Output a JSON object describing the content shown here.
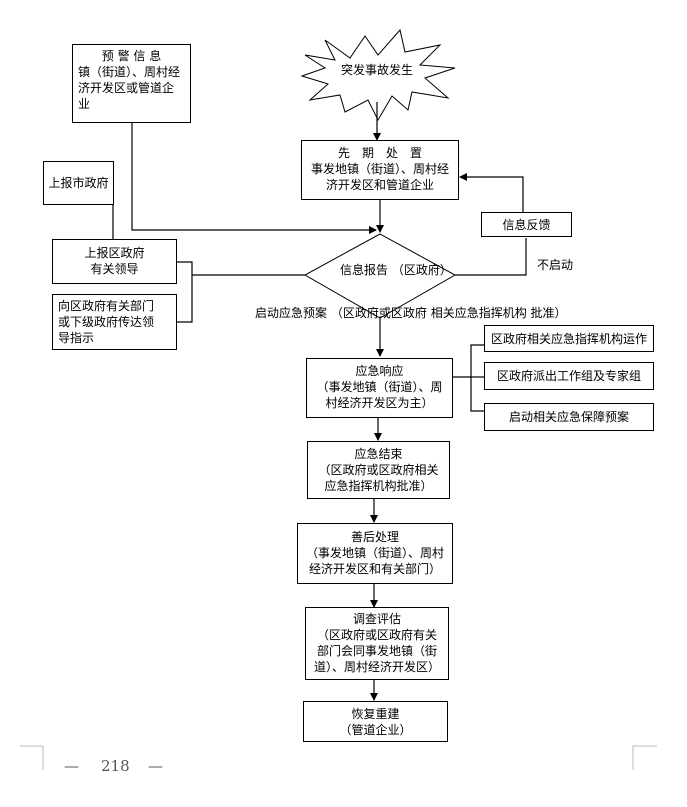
{
  "nodes": {
    "warning_info": {
      "lines": [
        "预 警 信 息",
        "镇（街道）、周村经",
        "济开发区或管道企",
        "业"
      ]
    },
    "accident": {
      "label": "突发事故发生"
    },
    "initial_response": {
      "lines": [
        "先　期　处　置",
        "事发地镇（街道）、周村经",
        "济开发区和管道企业"
      ]
    },
    "report_city": {
      "label": "上报市政府"
    },
    "report_district": {
      "lines": [
        "上报区政府",
        "有关领导"
      ]
    },
    "relay_instructions": {
      "lines": [
        "向区政府有关部门",
        "或下级政府传达领",
        "导指示"
      ]
    },
    "info_report": {
      "lines": [
        "信息报告",
        "（区政府）"
      ]
    },
    "info_feedback": {
      "label": "信息反馈"
    },
    "emergency_response": {
      "lines": [
        "应急响应",
        "（事发地镇（街道）、周",
        "村经济开发区为主）"
      ]
    },
    "side_actions": [
      {
        "label": "区政府相关应急指挥机构运作"
      },
      {
        "label": "区政府派出工作组及专家组"
      },
      {
        "label": "启动相关应急保障预案"
      }
    ],
    "emergency_end": {
      "lines": [
        "应急结束",
        "（区政府或区政府相关",
        "应急指挥机构批准）"
      ]
    },
    "aftermath": {
      "lines": [
        "善后处理",
        "（事发地镇（街道）、周村",
        "经济开发区和有关部门）"
      ]
    },
    "investigation": {
      "lines": [
        "调查评估",
        "（区政府或区政府有关",
        "部门会同事发地镇（街",
        "道）、周村经济开发区）"
      ]
    },
    "recovery": {
      "lines": [
        "恢复重建",
        "（管道企业）"
      ]
    }
  },
  "edge_labels": {
    "activate_plan": {
      "lines": [
        "启动应急预案",
        "（区政府或区政府",
        "相关应急指挥机构",
        "批准）"
      ]
    },
    "not_activated": "不启动"
  },
  "footer": {
    "page_number": "218",
    "dash": "—"
  }
}
